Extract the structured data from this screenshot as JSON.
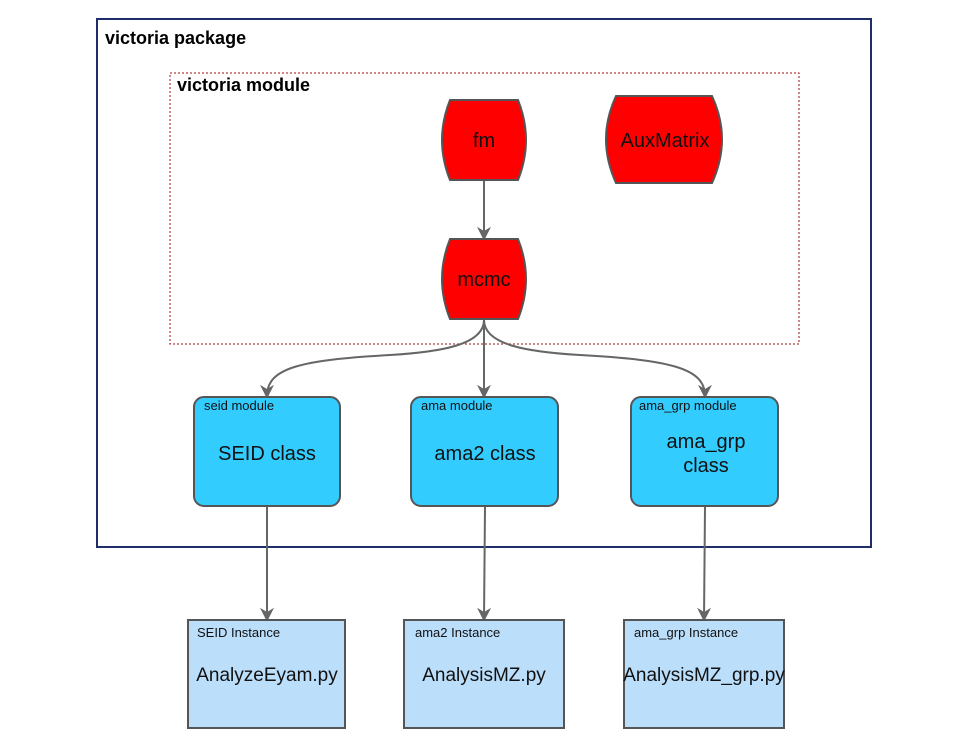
{
  "package": {
    "title": "victoria package"
  },
  "module": {
    "title": "victoria module"
  },
  "red_nodes": {
    "fm": "fm",
    "auxmatrix": "AuxMatrix",
    "mcmc": "mcmc"
  },
  "classes": {
    "seid": {
      "module_label": "seid module",
      "class_label": "SEID class"
    },
    "ama": {
      "module_label": "ama module",
      "class_label": "ama2 class"
    },
    "ama_grp": {
      "module_label": "ama_grp module",
      "class_label_line1": "ama_grp",
      "class_label_line2": "class"
    }
  },
  "instances": {
    "seid": {
      "instance_label": "SEID Instance",
      "file": "AnalyzeEyam.py"
    },
    "ama2": {
      "instance_label": "ama2 Instance",
      "file": "AnalysisMZ.py"
    },
    "ama_grp": {
      "instance_label": "ama_grp Instance",
      "file": "AnalysisMZ_grp.py"
    }
  },
  "colors": {
    "package_border": "#1f2d6b",
    "module_border": "#a01010",
    "red_node_fill": "#ff0000",
    "class_fill": "#33ccff",
    "instance_fill": "#bbdefb",
    "edge": "#666666"
  }
}
